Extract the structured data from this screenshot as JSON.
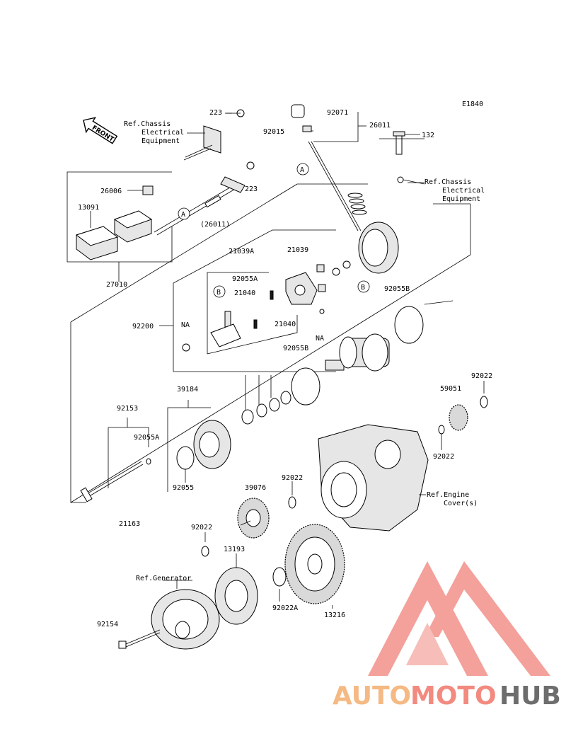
{
  "code": "E1840",
  "front_arrow": "FRONT",
  "labels": {
    "l223a": "223",
    "l223b": "223",
    "l26006": "26006",
    "l13091": "13091",
    "l27010": "27010",
    "l26011p": "(26011)",
    "l92071": "92071",
    "l92015": "92015",
    "l26011": "26011",
    "l132": "132",
    "l21039A": "21039A",
    "l21039": "21039",
    "l92055A_top": "92055A",
    "l21040a": "21040",
    "l21040b": "21040",
    "l92200": "92200",
    "lNA1": "NA",
    "lNA2": "NA",
    "l92055B_top": "92055B",
    "l92055B_mid": "92055B",
    "l39184": "39184",
    "l92153": "92153",
    "l92055A_mid": "92055A",
    "l92055": "92055",
    "l21163": "21163",
    "l92022a": "92022",
    "l59051": "59051",
    "l92022b": "92022",
    "l92022c": "92022",
    "l39076": "39076",
    "l92022d": "92022",
    "l13193": "13193",
    "l92022A": "92022A",
    "l13216": "13216",
    "l92154": "92154"
  },
  "refs": {
    "chassis_top": [
      "Ref.Chassis",
      "Electrical",
      "Equipment"
    ],
    "chassis_right": [
      "Ref.Chassis",
      "Electrical",
      "Equipment"
    ],
    "engine_cover": [
      "Ref.Engine",
      "Cover(s)"
    ],
    "generator": [
      "Ref.Generator"
    ]
  },
  "callouts": {
    "A1": "A",
    "A2": "A",
    "B1": "B",
    "B2": "B"
  },
  "watermark": {
    "part1": "AUTO",
    "part2": "MOTO",
    "part3": "HUB",
    "color1": "#f5b983",
    "color2": "#f28a80",
    "color3": "#6d6d6d",
    "logo_color": "#f3908a"
  }
}
